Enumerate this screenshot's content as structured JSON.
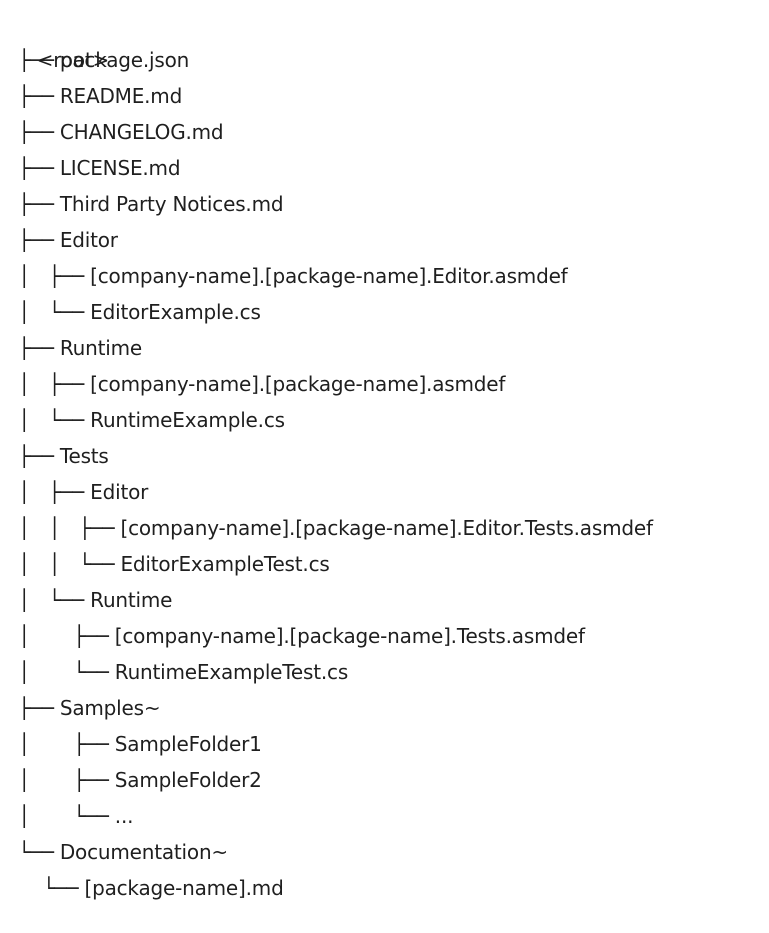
{
  "tree": {
    "root": "<root>",
    "items": [
      {
        "prefix": " ├── ",
        "name": "package.json"
      },
      {
        "prefix": " ├── ",
        "name": "README.md"
      },
      {
        "prefix": " ├── ",
        "name": "CHANGELOG.md"
      },
      {
        "prefix": " ├── ",
        "name": "LICENSE.md"
      },
      {
        "prefix": " ├── ",
        "name": "Third Party Notices.md"
      },
      {
        "prefix": " ├── ",
        "name": "Editor"
      },
      {
        "prefix": " │   ├── ",
        "name": "[company-name].[package-name].Editor.asmdef"
      },
      {
        "prefix": " │   └── ",
        "name": "EditorExample.cs"
      },
      {
        "prefix": " ├── ",
        "name": "Runtime"
      },
      {
        "prefix": " │   ├── ",
        "name": "[company-name].[package-name].asmdef"
      },
      {
        "prefix": " │   └── ",
        "name": "RuntimeExample.cs"
      },
      {
        "prefix": " ├── ",
        "name": "Tests"
      },
      {
        "prefix": " │   ├── ",
        "name": "Editor"
      },
      {
        "prefix": " │   │   ├── ",
        "name": "[company-name].[package-name].Editor.Tests.asmdef"
      },
      {
        "prefix": " │   │   └── ",
        "name": "EditorExampleTest.cs"
      },
      {
        "prefix": " │   └── ",
        "name": "Runtime"
      },
      {
        "prefix": " │       ├── ",
        "name": "[company-name].[package-name].Tests.asmdef"
      },
      {
        "prefix": " │       └── ",
        "name": "RuntimeExampleTest.cs"
      },
      {
        "prefix": " ├── ",
        "name": "Samples~"
      },
      {
        "prefix": " │       ├── ",
        "name": "SampleFolder1"
      },
      {
        "prefix": " │       ├── ",
        "name": "SampleFolder2"
      },
      {
        "prefix": " │       └── ",
        "name": "..."
      },
      {
        "prefix": " └── ",
        "name": "Documentation~"
      },
      {
        "prefix": "     └── ",
        "name": "[package-name].md"
      }
    ]
  }
}
